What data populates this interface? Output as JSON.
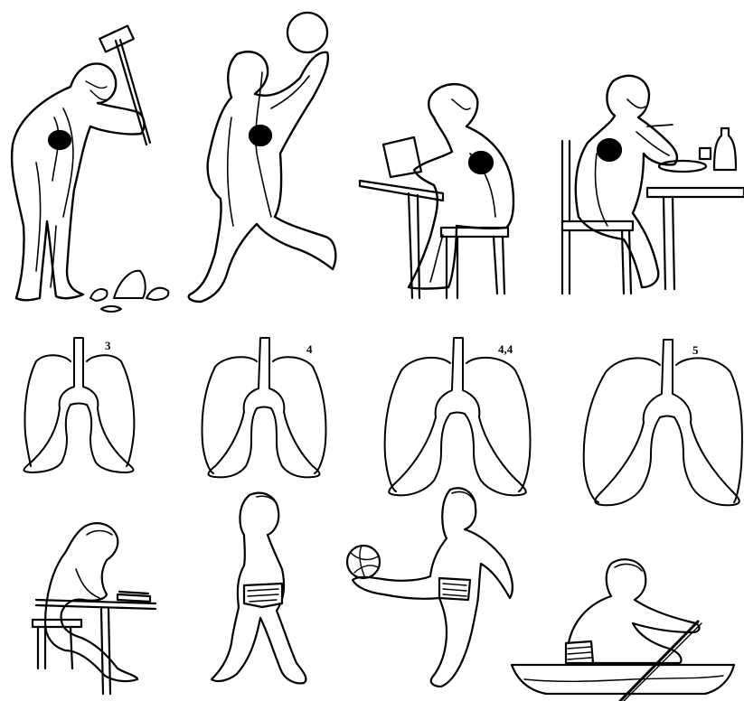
{
  "figure": {
    "lung_labels": [
      "3",
      "4",
      "4,4",
      "5"
    ]
  }
}
